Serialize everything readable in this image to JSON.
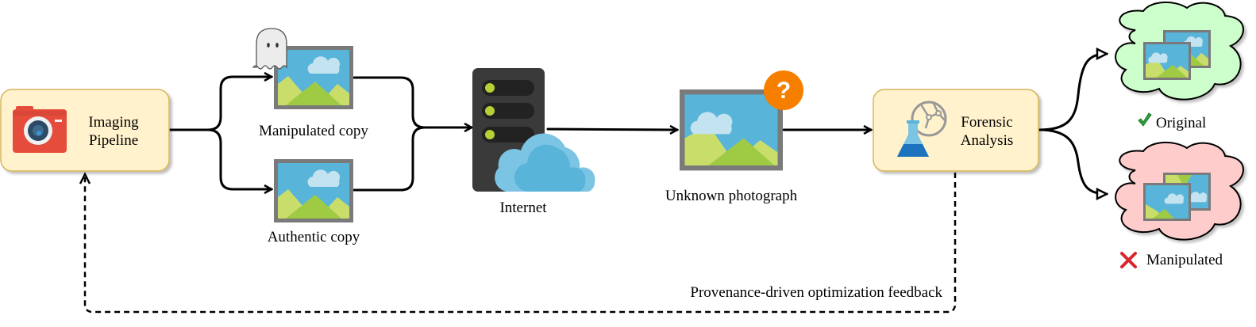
{
  "nodes": {
    "imaging_pipeline": {
      "line1": "Imaging",
      "line2": "Pipeline",
      "icon": "camera-icon"
    },
    "manipulated_copy": {
      "label": "Manipulated copy",
      "icon": "image-icon",
      "badge": "ghost-icon"
    },
    "authentic_copy": {
      "label": "Authentic copy",
      "icon": "image-icon"
    },
    "internet": {
      "label": "Internet",
      "icon": "server-cloud-icon"
    },
    "unknown_photo": {
      "label": "Unknown photograph",
      "icon": "image-icon",
      "badge": "?"
    },
    "forensic_analysis": {
      "line1": "Forensic",
      "line2": "Analysis",
      "icon": "flask-network-icon"
    },
    "original": {
      "label": "Original",
      "status_icon": "check-icon"
    },
    "manipulated": {
      "label": "Manipulated",
      "status_icon": "cross-icon"
    }
  },
  "feedback": {
    "label": "Provenance-driven optimization feedback"
  },
  "colors": {
    "box_fill": "#fff2cc",
    "box_stroke": "#d6b656",
    "original_cloud": "#ccffcc",
    "manipulated_cloud": "#ffcccc",
    "badge": "#f77f00",
    "sky": "#59b4d9",
    "frame": "#7a7a7a"
  }
}
